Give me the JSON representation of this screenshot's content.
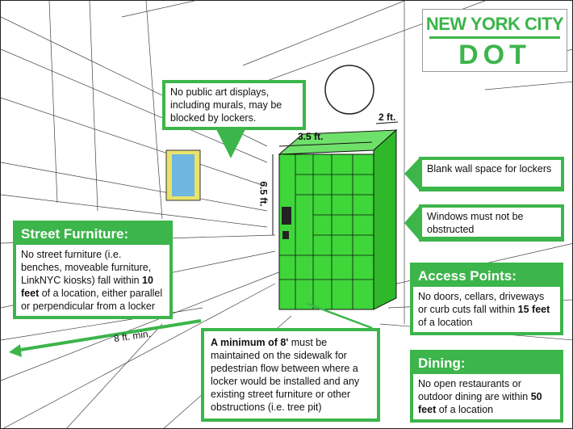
{
  "logo": {
    "line1": "NEW YORK CITY",
    "line2": "DOT"
  },
  "colors": {
    "accent": "#3cb54a",
    "locker": "#3fd63a"
  },
  "public_art": {
    "text": "No public art displays, including murals, may be blocked by lockers."
  },
  "dimensions": {
    "width": "3.5 ft.",
    "depth": "2 ft.",
    "height": "6.5 ft.",
    "sidewalk": "8 ft. min."
  },
  "blank_wall": {
    "text": "Blank wall space for lockers"
  },
  "windows": {
    "text": "Windows must not be obstructed"
  },
  "street_furniture": {
    "title": "Street Furniture:",
    "text_pre": "No street furniture (i.e. benches, moveable furniture, LinkNYC kiosks) fall within ",
    "bold": "10 feet",
    "text_post": " of a location, either parallel or perpendicular from a locker"
  },
  "access_points": {
    "title": "Access Points:",
    "text_pre": "No doors, cellars, driveways or curb cuts fall within ",
    "bold": "15 feet",
    "text_post": " of a location"
  },
  "dining": {
    "title": "Dining:",
    "text_pre": "No open restaurants or outdoor dining are within ",
    "bold": "50 feet",
    "text_post": " of a location"
  },
  "minimum": {
    "bold": "A minimum of 8'",
    "text": " must be maintained on the sidewalk for pedestrian flow between where a locker would be installed and any existing street furniture or other obstructions (i.e. tree pit)"
  }
}
